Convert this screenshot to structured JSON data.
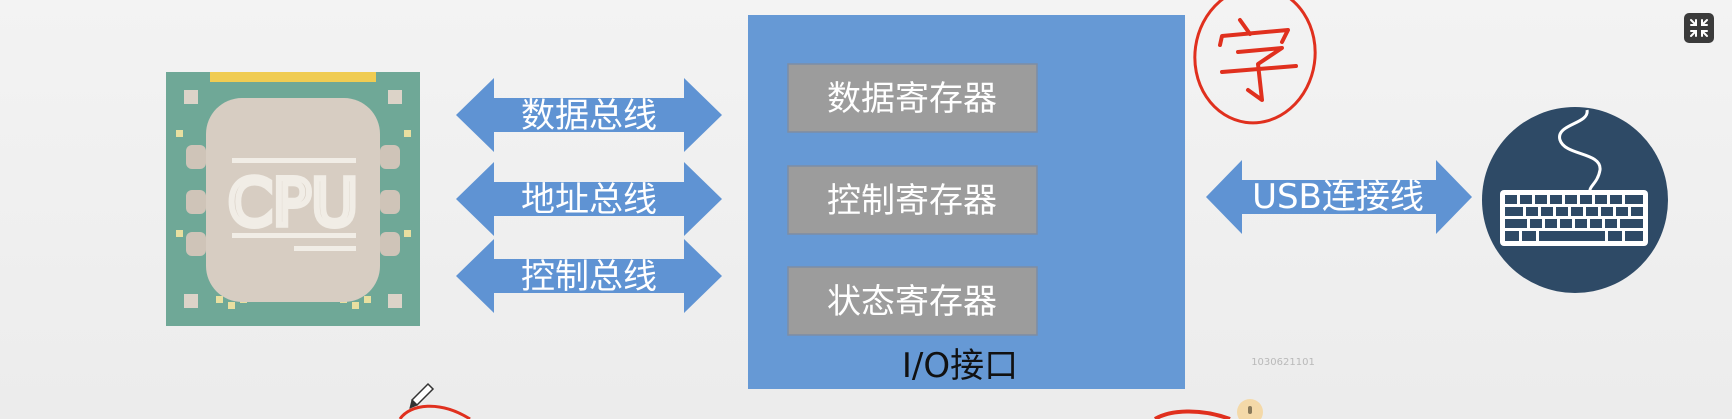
{
  "buses": [
    {
      "label": "数据总线"
    },
    {
      "label": "地址总线"
    },
    {
      "label": "控制总线"
    }
  ],
  "interface": {
    "registers": [
      {
        "label": "数据寄存器"
      },
      {
        "label": "控制寄存器"
      },
      {
        "label": "状态寄存器"
      }
    ],
    "title": "I/O接口"
  },
  "cpu": {
    "label": "CPU"
  },
  "usb": {
    "label": "USB连接线"
  },
  "watermark": "1030621101",
  "annotation": {
    "handwritten": "字"
  },
  "icons": {
    "cpu": "cpu-chip-icon",
    "keyboard": "keyboard-icon",
    "fullscreen": "fullscreen-collapse-icon",
    "pen": "pen-icon"
  },
  "colors": {
    "interface_fill": "#6699d5",
    "register_fill": "#9c9c9c",
    "arrow_fill": "#5f93d3",
    "chip_board": "#6fa897",
    "chip_core": "#d7cdc2",
    "keyboard_circle": "#2e4a66",
    "annotation": "#e0301e"
  }
}
